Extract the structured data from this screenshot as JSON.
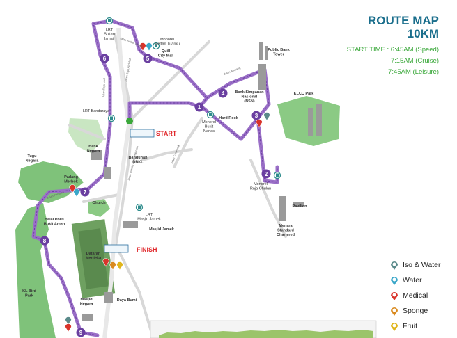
{
  "header": {
    "title_line1": "ROUTE MAP",
    "title_line2": "10KM",
    "start_times": [
      "START TIME : 6:45AM (Speed)",
      "7:15AM (Cruise)",
      "7:45AM (Leisure)"
    ]
  },
  "legend": {
    "items": [
      {
        "label": "Iso & Water",
        "icon": "iso-water-icon",
        "color": "#5a8a8a"
      },
      {
        "label": "Water",
        "icon": "water-icon",
        "color": "#3aa7c9"
      },
      {
        "label": "Medical",
        "icon": "medical-icon",
        "color": "#d9342b"
      },
      {
        "label": "Sponge",
        "icon": "sponge-icon",
        "color": "#d98a1f"
      },
      {
        "label": "Fruit",
        "icon": "fruit-icon",
        "color": "#e0b51a"
      }
    ]
  },
  "map": {
    "labels": {
      "start": "START",
      "finish": "FINISH",
      "lrt_sultan_ismail": [
        "LRT",
        "Sultan",
        "Ismail"
      ],
      "monorel_medan_tuanku": [
        "Monorel",
        "Medan Tuanku"
      ],
      "quill_city_mall": [
        "Quill",
        "City Mall"
      ],
      "public_bank_tower": [
        "Public Bank",
        "Tower"
      ],
      "bank_simpanan": [
        "Bank Simpanan",
        "Nasional",
        "(BSN)"
      ],
      "klcc_park": "KLCC Park",
      "lrt_bandaraya": "LRT Bandaraya",
      "monorel_bukit_nanas": [
        "Monorel",
        "Bukit",
        "Nanas"
      ],
      "hard_rock": "Hard Rock",
      "bank_negara": [
        "Bank",
        "Negara"
      ],
      "bangunan_dbkl": [
        "Bangunan",
        "DBKL"
      ],
      "tugu_negara": [
        "Tugu",
        "Negara"
      ],
      "padang_merbok": [
        "Padang",
        "Merbok"
      ],
      "monorel_raja_chulan": [
        "Monorel",
        "Raja Chulan"
      ],
      "pavilion": "Pavilion",
      "menara_standard": [
        "Menara",
        "Standard",
        "Chartered"
      ],
      "church": "Church",
      "balai_polis": [
        "Balai Polis",
        "Bukit Aman"
      ],
      "lrt_masjid_jamek": [
        "LRT",
        "Masjid Jamek"
      ],
      "masjid_jamek": "Masjid Jamek",
      "dataran_merdeka": [
        "Dataran",
        "Merdeka"
      ],
      "kl_bird_park": [
        "KL Bird",
        "Park"
      ],
      "daya_bumi": "Daya Bumi",
      "masjid_negara": [
        "Masjid",
        "Negara"
      ]
    },
    "km_markers": [
      "1",
      "2",
      "3",
      "4",
      "5",
      "6",
      "7",
      "8",
      "9"
    ],
    "road_labels": {
      "jalan_sultan_ismail": "Jalan Sultan Ismail",
      "jalan_raja_abdullah": "Jalan Raja Abdullah",
      "jalan_raja_laut": "Jalan Raja Laut",
      "jalan_ampang": "Jalan Ampang",
      "jalan_perdana": "Jalan Perdana",
      "jalan_tun_perak": "Jalan Tun Perak",
      "jalan_tuanku_abdul_rahman": "Jalan Tuanku Abdul Rahman"
    }
  }
}
